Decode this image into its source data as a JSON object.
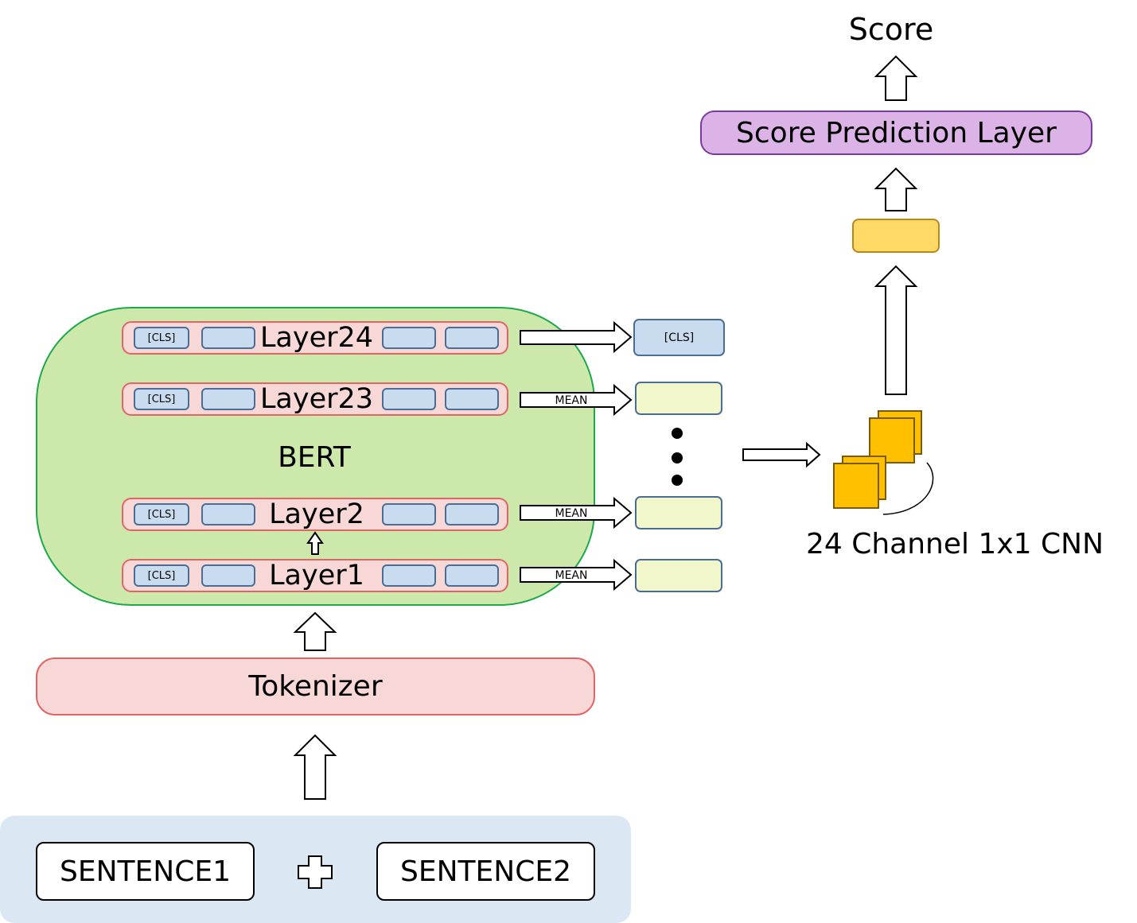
{
  "inputs": {
    "sentence1": "SENTENCE1",
    "sentence2": "SENTENCE2"
  },
  "tokenizer": {
    "label": "Tokenizer"
  },
  "bert": {
    "label": "BERT",
    "token_label": "[CLS]",
    "layers": [
      "Layer24",
      "Layer23",
      "Layer2",
      "Layer1"
    ]
  },
  "pooling": {
    "top_label": "[CLS]",
    "mean_label": "MEAN"
  },
  "cnn": {
    "label": "24 Channel 1x1 CNN"
  },
  "head": {
    "prediction_label": "Score Prediction Layer",
    "output_label": "Score"
  }
}
